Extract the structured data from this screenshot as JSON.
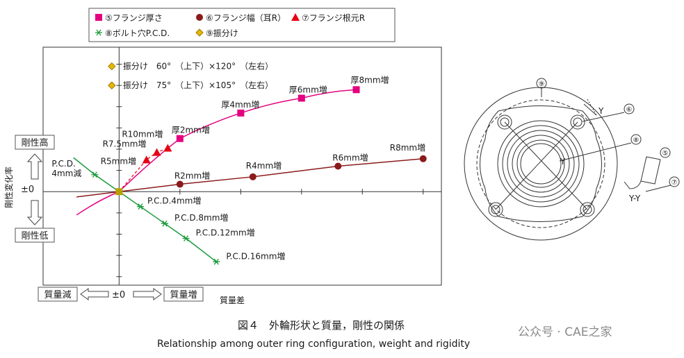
{
  "chart_data": {
    "type": "line",
    "legend": {
      "row1": [
        {
          "marker": "square",
          "text": "⑤フランジ厚さ",
          "color": "#e4007f"
        },
        {
          "marker": "circle",
          "text": "⑥フランジ幅（耳R）",
          "color": "#8b1a1a"
        },
        {
          "marker": "triangle",
          "text": "⑦フランジ根元R",
          "color": "#e60012"
        }
      ],
      "row2": [
        {
          "marker": "asterisk",
          "text": "⑧ボルト穴P.C.D.",
          "color": "#1a9a3a"
        },
        {
          "marker": "diamond",
          "text": "⑨振分け",
          "color": "#e6b800"
        }
      ]
    },
    "x_axis": {
      "label": "質量差",
      "neg_label": "質量減",
      "zero_label": "±0",
      "pos_label": "質量増"
    },
    "y_axis": {
      "label": "剛性変化率",
      "pos_label": "剛性高",
      "zero_label": "±0",
      "neg_label": "剛性低"
    },
    "series": [
      {
        "name": "⑤フランジ厚さ",
        "color": "#e4007f",
        "marker": "square",
        "points": [
          [
            0,
            0
          ],
          [
            1.0,
            2.5
          ],
          [
            2.0,
            3.7
          ],
          [
            3.0,
            4.4
          ],
          [
            3.9,
            4.8
          ]
        ],
        "labels": [
          "",
          "厚2mm増",
          "厚4mm増",
          "厚6mm増",
          "厚8mm増"
        ],
        "extend_back": [
          -0.7,
          -1.1
        ]
      },
      {
        "name": "⑥フランジ幅（耳R）",
        "color": "#8b1a1a",
        "marker": "circle",
        "points": [
          [
            0,
            0
          ],
          [
            1.0,
            0.35
          ],
          [
            2.2,
            0.7
          ],
          [
            3.6,
            1.2
          ],
          [
            5.0,
            1.55
          ]
        ],
        "labels": [
          "",
          "R2mm増",
          "R4mm増",
          "R6mm増",
          "R8mm増"
        ],
        "extend_back": [
          -0.7,
          -0.25
        ]
      },
      {
        "name": "⑦フランジ根元R",
        "color": "#e60012",
        "marker": "triangle",
        "points": [
          [
            0,
            0
          ],
          [
            0.45,
            1.5
          ],
          [
            0.62,
            1.85
          ],
          [
            0.8,
            2.05
          ]
        ],
        "labels": [
          "",
          "R5mm増",
          "R7.5mm増",
          "R10mm増"
        ]
      },
      {
        "name": "⑧ボルト穴P.C.D.",
        "color": "#1a9a3a",
        "marker": "asterisk",
        "points": [
          [
            -0.4,
            0.8
          ],
          [
            0,
            0
          ],
          [
            0.35,
            -0.7
          ],
          [
            0.75,
            -1.5
          ],
          [
            1.1,
            -2.2
          ],
          [
            1.6,
            -3.3
          ]
        ],
        "labels": [
          "P.C.D.\n4mm減",
          "",
          "P.C.D.4mm増",
          "P.C.D.8mm増",
          "P.C.D.12mm増",
          "P.C.D.16mm増"
        ],
        "extend_back": [
          -0.75,
          1.6
        ]
      },
      {
        "name": "⑨振分け",
        "color": "#e6b800",
        "marker": "diamond",
        "points": [
          [
            -0.12,
            5.9
          ],
          [
            -0.12,
            5.0
          ]
        ],
        "labels": [
          "振分け　60°　（上下）×120°　（左右）",
          "振分け　75°　（上下）×105°　（左右）"
        ]
      }
    ],
    "xlim": [
      -1.25,
      5.3
    ],
    "ylim": [
      -4.4,
      6.8
    ],
    "grid": false
  },
  "diagram": {
    "labels": [
      "⑨",
      "⑥",
      "⑧",
      "⑤",
      "⑦",
      "Y",
      "Y",
      "Y-Y"
    ]
  },
  "caption": {
    "title": "図４　外輪形状と質量，剛性の関係",
    "subtitle": "Relationship among outer ring configuration, weight and rigidity"
  },
  "watermark": "公众号 · CAE之家"
}
